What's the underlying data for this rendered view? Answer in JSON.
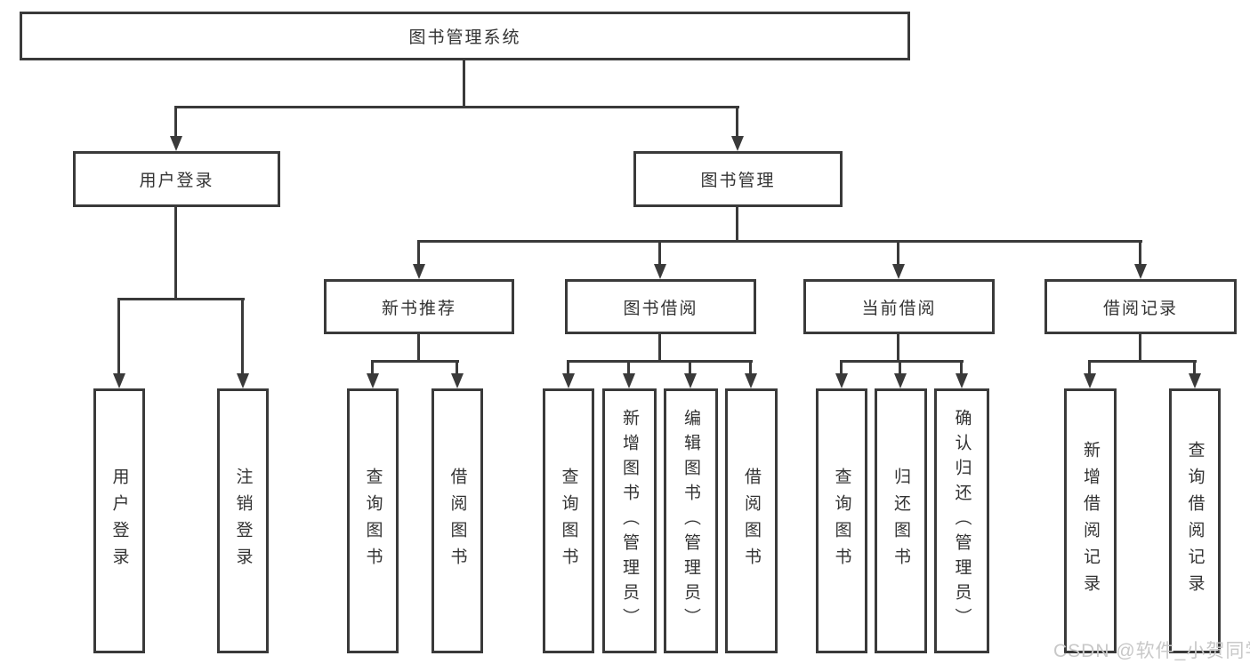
{
  "title": {
    "label": "图书管理系统"
  },
  "tree": {
    "user_login": {
      "label": "用户登录",
      "children": [
        "用户登录",
        "注销登录"
      ]
    },
    "book_mgmt": {
      "label": "图书管理",
      "children": {
        "new_book": {
          "label": "新书推荐",
          "children": [
            "查询图书",
            "借阅图书"
          ]
        },
        "borrow": {
          "label": "图书借阅",
          "children": [
            "查询图书",
            "新增图书（管理员）",
            "编辑图书（管理员）",
            "借阅图书"
          ]
        },
        "current": {
          "label": "当前借阅",
          "children": [
            "查询图书",
            "归还图书",
            "确认归还（管理员）"
          ]
        },
        "record": {
          "label": "借阅记录",
          "children": [
            "新增借阅记录",
            "查询借阅记录"
          ]
        }
      }
    }
  },
  "watermark": {
    "text": "CSDN @软件_小贺同学"
  },
  "colors": {
    "line": "#3a3a3a",
    "text": "#333333",
    "watermark": "#c8c8c8",
    "background": "#ffffff"
  }
}
